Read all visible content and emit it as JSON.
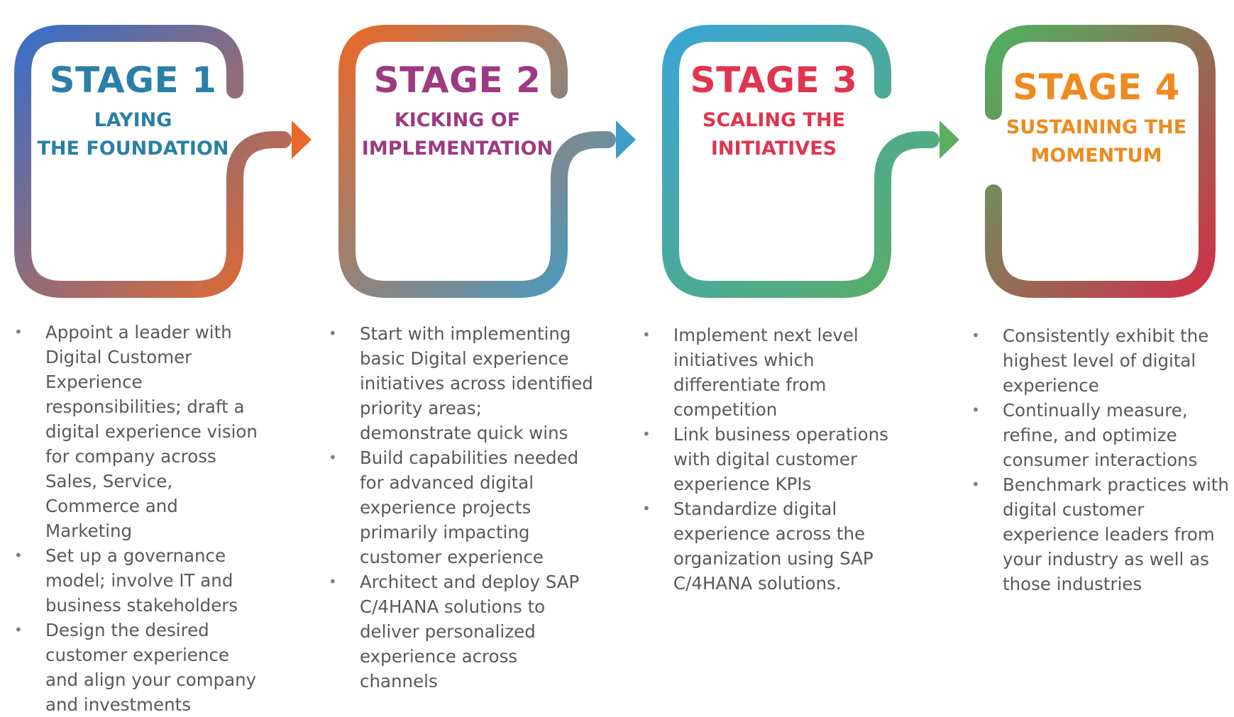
{
  "stages": [
    {
      "title": "STAGE 1",
      "subtitle": "LAYING\nTHE FOUNDATION",
      "title_color": "#2A7FA6",
      "subtitle_color": "#2A7FA6",
      "gradient": [
        "#3A6FC8",
        "#E8692A"
      ],
      "bullets": [
        "Appoint a leader with Digital Customer Experience responsibilities; draft a digital experience vision for company across Sales, Service, Commerce and Marketing",
        "Set up a governance model; involve IT and business stakeholders",
        "Design the desired customer experience and align your company and investments"
      ]
    },
    {
      "title": "STAGE 2",
      "subtitle": "KICKING OF\nIMPLEMENTATION",
      "title_color": "#9C3A82",
      "subtitle_color": "#9C3A82",
      "gradient": [
        "#E8692A",
        "#3E9DC9"
      ],
      "bullets": [
        "Start with implementing basic Digital experience initiatives across identified priority areas; demonstrate quick wins",
        "Build capabilities needed for advanced digital experience projects primarily impacting customer experience",
        "Architect and deploy SAP C/4HANA solutions to deliver personalized experience across channels"
      ]
    },
    {
      "title": "STAGE 3",
      "subtitle": "SCALING THE\nINITIATIVES",
      "title_color": "#E0344F",
      "subtitle_color": "#E0344F",
      "gradient": [
        "#3AA5D4",
        "#5CAE60"
      ],
      "bullets": [
        "Implement next level initiatives which differentiate from competition",
        "Link business operations with digital customer experience KPIs",
        "Standardize digital experience across the organization using SAP C/4HANA solutions."
      ]
    },
    {
      "title": "STAGE 4",
      "subtitle": "SUSTAINING THE\nMOMENTUM",
      "title_color": "#EE8A1E",
      "subtitle_color": "#EE8A1E",
      "gradient": [
        "#4FB060",
        "#D0314A"
      ],
      "bullets": [
        "Consistently exhibit the highest level of digital experience",
        "Continually measure, refine, and optimize consumer interactions",
        "Benchmark practices with digital customer experience leaders from your industry as well as those industries"
      ]
    }
  ]
}
